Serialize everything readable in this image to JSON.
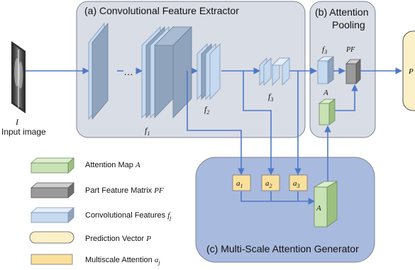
{
  "panels": {
    "extractor_title": "(a) Convolutional Feature Extractor",
    "pooling_title_line1": "(b) Attention",
    "pooling_title_line2": "Pooling",
    "generator_title": "(c) Multi-Scale Attention Generator"
  },
  "input": {
    "symbol": "I",
    "caption": "Input image"
  },
  "feature_labels": {
    "f1": "f",
    "f1_sub": "1",
    "f2": "f",
    "f2_sub": "2",
    "f3": "f",
    "f3_sub": "3",
    "dots": "…"
  },
  "pooling_labels": {
    "f3": "f",
    "f3_sub": "3",
    "pf": "PF",
    "a": "A"
  },
  "attention_blocks": [
    {
      "base": "a",
      "sub": "1"
    },
    {
      "base": "a",
      "sub": "2"
    },
    {
      "base": "a",
      "sub": "3"
    }
  ],
  "attention_map_label": "A",
  "output_label": "P",
  "legend": [
    {
      "text": "Attention Map ",
      "symbol": "A",
      "sub": "",
      "color": "#c9e2b5"
    },
    {
      "text": "Part Feature Matrix ",
      "symbol": "PF",
      "sub": "",
      "color": "#9a9a9a"
    },
    {
      "text": "Convolutional Features ",
      "symbol": "f",
      "sub": "j",
      "color": "#c5daf0"
    },
    {
      "text": "Prediction Vector ",
      "symbol": "P",
      "sub": "",
      "color": "#fbf0c8"
    },
    {
      "text": "Multiscale Attention ",
      "symbol": "a",
      "sub": "j",
      "color": "#fbe09c"
    }
  ],
  "colors": {
    "extractor_bg": "#d9dde6",
    "pooling_bg": "#d9dde6",
    "generator_bg": "#a9badf",
    "conv_front": "#c5daf0",
    "conv_dark": "#8fa3bd",
    "arrow": "#4d79c7",
    "attention_yellow": "#fbe09c",
    "attention_green": "#c9e2b5",
    "pf_gray": "#9a9a9a",
    "prediction": "#fbf0c8"
  }
}
